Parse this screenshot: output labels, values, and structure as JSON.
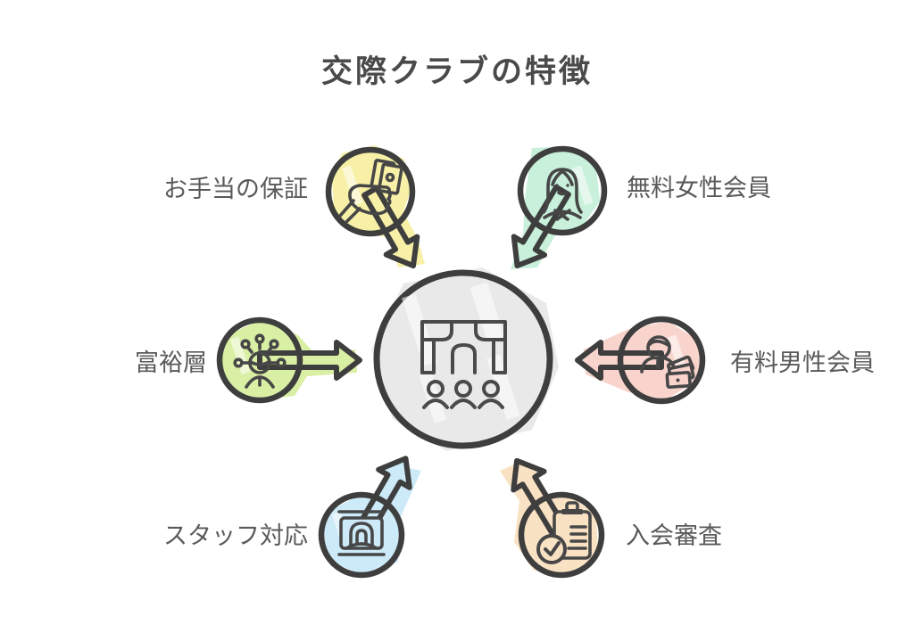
{
  "title": "交際クラブの特徴",
  "colors": {
    "outline": "#3e3e3e",
    "icon_stroke": "#474747",
    "label_text": "#5a5a5a",
    "title_text": "#4a4a4a",
    "center_fill": "#e9e9e9",
    "background": "#ffffff"
  },
  "center": {
    "icon": "club-stage-audience-icon"
  },
  "nodes": [
    {
      "label": "お手当の保証",
      "color": "#f7f0a6",
      "icon": "hand-holding-money-icon",
      "position": "top-left",
      "arrow_direction": "to-center-down-right"
    },
    {
      "label": "無料女性会員",
      "color": "#c8f0da",
      "icon": "female-member-icon",
      "position": "top-right",
      "arrow_direction": "to-center-down-left"
    },
    {
      "label": "富裕層",
      "color": "#d9efa3",
      "icon": "wealthy-network-icon",
      "position": "left",
      "arrow_direction": "to-center-right"
    },
    {
      "label": "有料男性会員",
      "color": "#f9d4cd",
      "icon": "male-member-money-icon",
      "position": "right",
      "arrow_direction": "to-center-left"
    },
    {
      "label": "スタッフ対応",
      "color": "#cdeaf8",
      "icon": "staff-screen-icon",
      "position": "bottom-left",
      "arrow_direction": "to-center-up-right"
    },
    {
      "label": "入会審査",
      "color": "#f9e2c3",
      "icon": "screening-clipboard-icon",
      "position": "bottom-right",
      "arrow_direction": "to-center-up-left"
    }
  ]
}
